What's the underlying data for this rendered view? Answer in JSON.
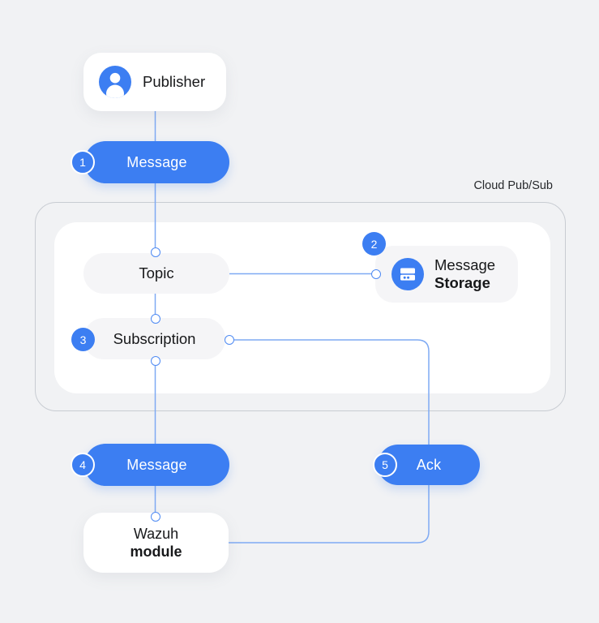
{
  "diagram": {
    "container_label": "Cloud Pub/Sub",
    "nodes": {
      "publisher": {
        "label": "Publisher",
        "icon": "person-icon"
      },
      "message_in": {
        "label": "Message",
        "badge": "1"
      },
      "topic": {
        "label": "Topic"
      },
      "message_storage": {
        "label_line1": "Message",
        "label_line2": "Storage",
        "badge": "2",
        "icon": "storage-icon"
      },
      "subscription": {
        "label": "Subscription",
        "badge": "3"
      },
      "message_out": {
        "label": "Message",
        "badge": "4"
      },
      "ack": {
        "label": "Ack",
        "badge": "5"
      },
      "wazuh_module": {
        "label_line1": "Wazuh",
        "label_line2": "module"
      }
    },
    "colors": {
      "accent_blue": "#3c7ef2",
      "line_blue": "#7faaf3",
      "node_gray": "#f5f5f7",
      "canvas_bg": "#f1f2f4",
      "container_border": "#c8ccd2",
      "text_dark": "#17181a"
    }
  }
}
